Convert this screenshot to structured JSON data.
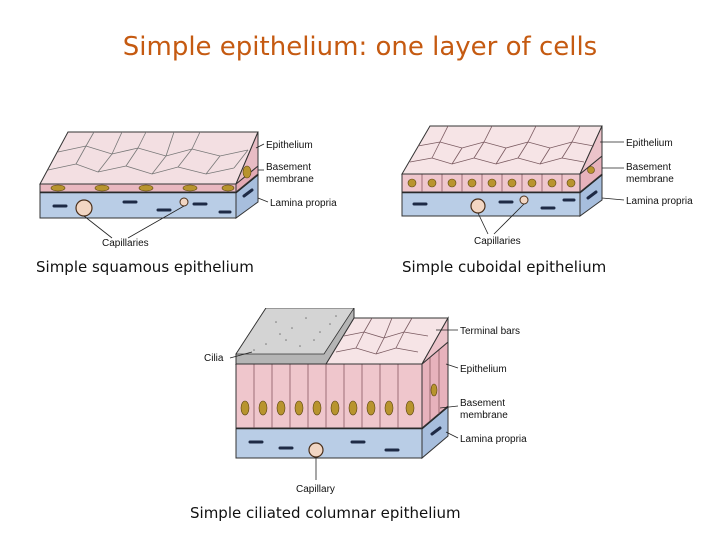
{
  "page": {
    "title": "Simple epithelium: one layer of cells"
  },
  "diagrams": {
    "squamous": {
      "caption": "Simple squamous epithelium",
      "labels": {
        "epithelium": "Epithelium",
        "basement_1": "Basement",
        "basement_2": "membrane",
        "lamina": "Lamina propria",
        "capillaries": "Capillaries"
      }
    },
    "cuboidal": {
      "caption": "Simple cuboidal epithelium",
      "labels": {
        "epithelium": "Epithelium",
        "basement_1": "Basement",
        "basement_2": "membrane",
        "lamina": "Lamina propria",
        "capillaries": "Capillaries"
      }
    },
    "columnar": {
      "caption": "Simple ciliated columnar epithelium",
      "labels": {
        "cilia": "Cilia",
        "terminal_bars": "Terminal bars",
        "epithelium": "Epithelium",
        "basement_1": "Basement",
        "basement_2": "membrane",
        "lamina": "Lamina propria",
        "capillary": "Capillary"
      }
    }
  },
  "colors": {
    "title": "#c55a11",
    "cell_pink": "#efc6cc",
    "cell_top": "#f6e4e6",
    "nucleus": "#b8942e",
    "tissue_blue": "#b9cde6",
    "membrane": "#2a2a2a"
  }
}
